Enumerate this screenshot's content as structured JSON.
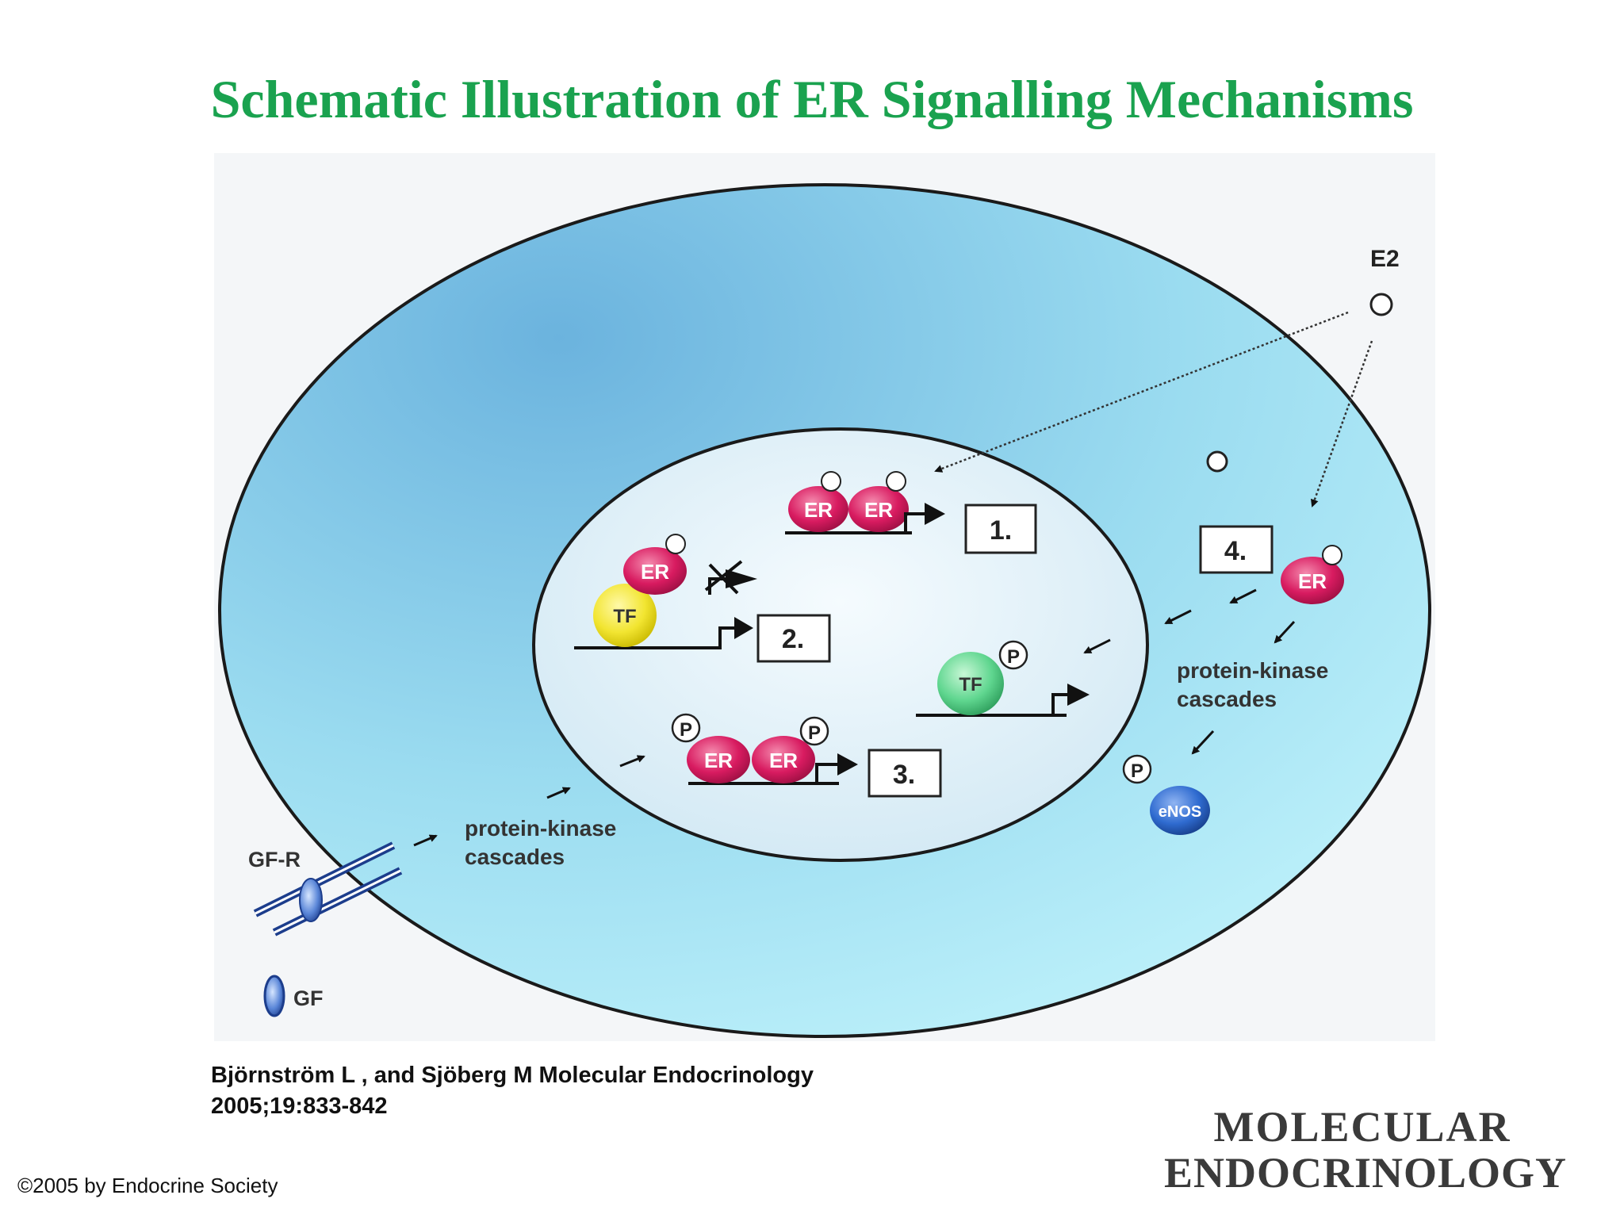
{
  "title": "Schematic Illustration of ER Signalling Mechanisms",
  "diagram": {
    "ligand_label": "E2",
    "receptor_label": "GF-R",
    "growth_factor_label": "GF",
    "cascade_left": [
      "protein-kinase",
      "cascades"
    ],
    "cascade_right": [
      "protein-kinase",
      "cascades"
    ],
    "er": "ER",
    "tf": "TF",
    "p": "P",
    "enos": "eNOS",
    "mechanisms": [
      "1.",
      "2.",
      "3.",
      "4."
    ]
  },
  "citation": {
    "line1": "Björnström L , and Sjöberg M Molecular Endocrinology",
    "line2": "2005;19:833-842"
  },
  "copyright": "©2005 by Endocrine Society",
  "logo": {
    "line1": "MOLECULAR",
    "line2": "ENDOCRINOLOGY"
  },
  "colors": {
    "title": "#1aa24f",
    "cell_fill": "#a8e6f4",
    "nucleus_fill": "#e4f1f8",
    "er": "#d81b60",
    "tf_yellow": "#f2e531",
    "tf_green": "#5fd68f",
    "enos": "#2f6bd0"
  }
}
